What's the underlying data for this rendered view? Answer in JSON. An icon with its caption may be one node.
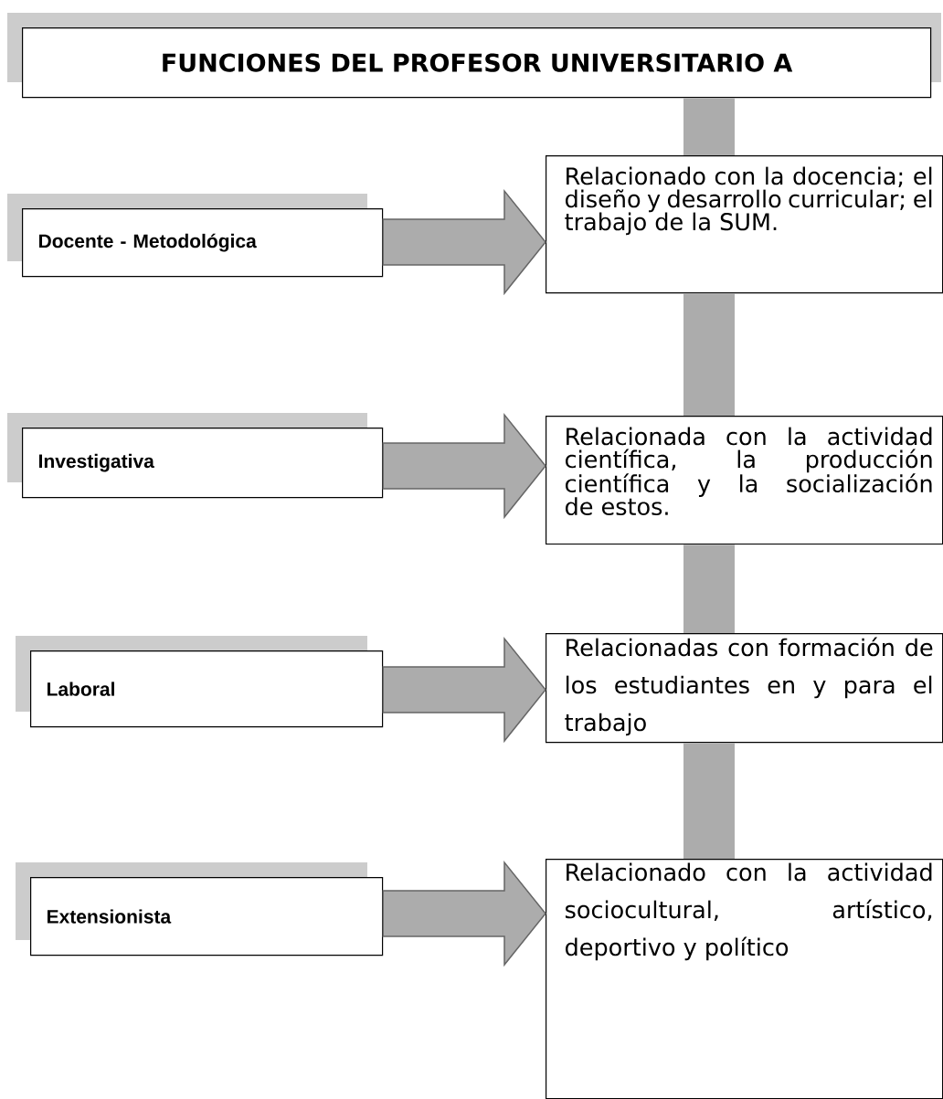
{
  "diagram": {
    "nodes": [
      {
        "text": [
          "FUNCIONES DEL PROFESOR UNIVERSITARIO A"
        ]
      },
      {
        "text": [
          "Docente  - Metodológica"
        ]
      },
      {
        "text": [
          "Relacionado con la docencia; el diseño y desarrollo curricular; el trabajo de la SUM."
        ]
      },
      {
        "text": [
          "Investigativa"
        ]
      },
      {
        "text": [
          "Relacionada con la actividad científica, la producción científica y la socialización de estos."
        ]
      },
      {
        "text": [
          "Laboral"
        ]
      },
      {
        "text": [
          "Relacionadas con formación de los estudiantes en y para el trabajo"
        ]
      },
      {
        "text": [
          "Extensionista"
        ]
      },
      {
        "text": [
          "Relacionado con la actividad sociocultural, artístico, deportivo y político"
        ]
      }
    ],
    "edges": [
      {
        "from": 0,
        "to": 2,
        "arrow": "none"
      },
      {
        "from": 1,
        "to": 2,
        "arrow": "to"
      },
      {
        "from": 2,
        "to": 4,
        "arrow": "none"
      },
      {
        "from": 3,
        "to": 4,
        "arrow": "to"
      },
      {
        "from": 4,
        "to": 6,
        "arrow": "none"
      },
      {
        "from": 5,
        "to": 6,
        "arrow": "to"
      },
      {
        "from": 6,
        "to": 8,
        "arrow": "none"
      },
      {
        "from": 7,
        "to": 8,
        "arrow": "to"
      }
    ]
  }
}
